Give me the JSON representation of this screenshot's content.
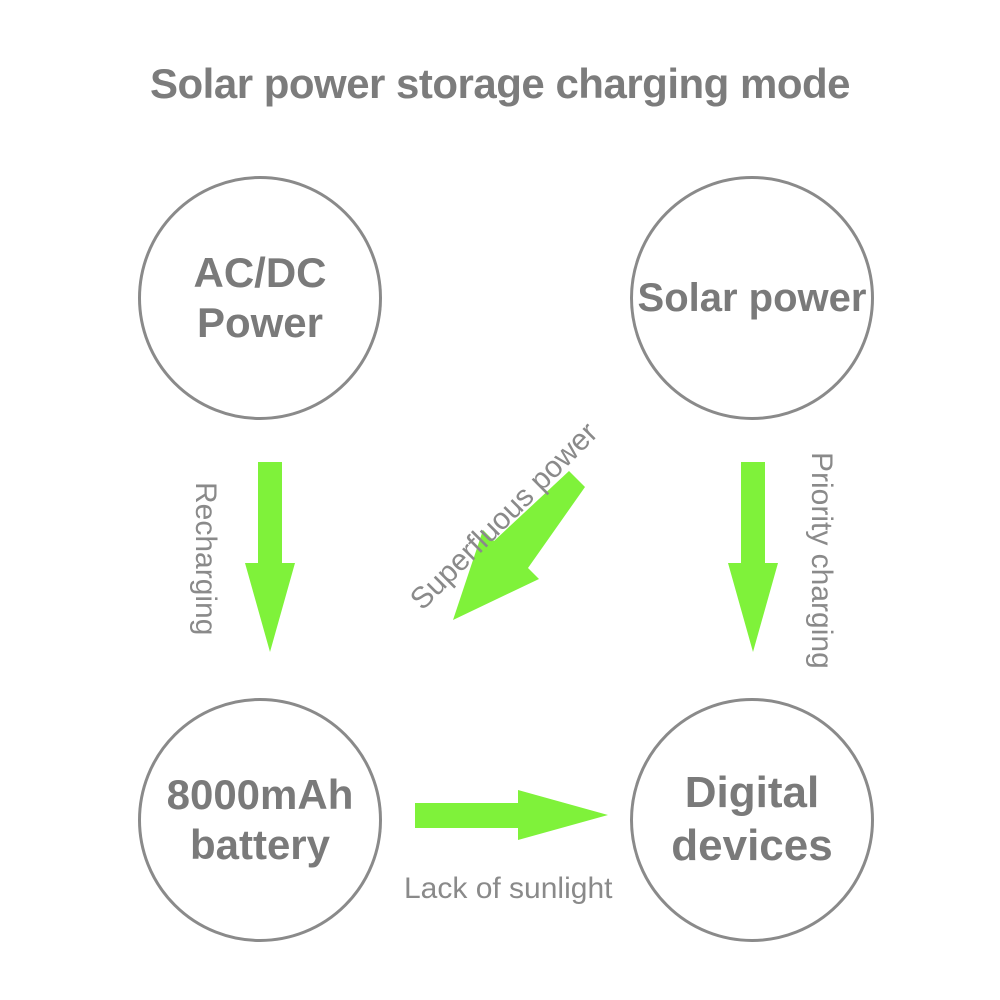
{
  "title": "Solar power storage charging mode",
  "nodes": {
    "ac_dc": "AC/DC\nPower",
    "solar": "Solar power",
    "battery": "8000mAh\nbattery",
    "digital": "Digital\ndevices"
  },
  "flows": {
    "recharging": "Recharging",
    "superfluous": "Superfluous power",
    "priority": "Priority charging",
    "lack_of_sunlight": "Lack of sunlight"
  },
  "colors": {
    "arrow": "#7ff23a",
    "text": "#7a7a7a",
    "circle_border": "#8a8a8a"
  }
}
